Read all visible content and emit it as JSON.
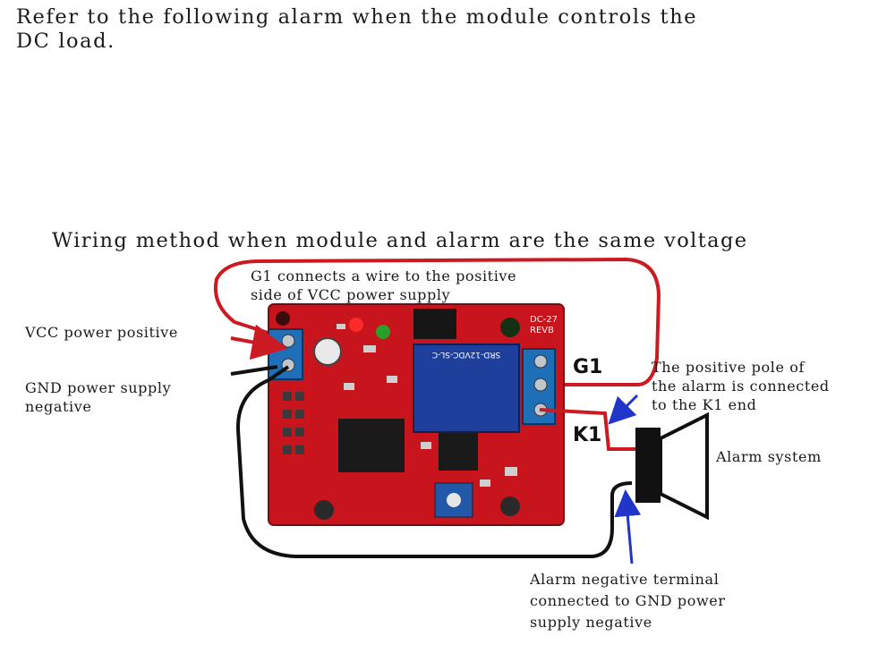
{
  "intro_text": "Refer to the following alarm when the module controls the\nDC load.",
  "heading": "Wiring method when module and alarm are the same voltage",
  "labels": {
    "g1_wire_note": "G1 connects a wire to the positive\nside of VCC power supply",
    "vcc_positive": "VCC power positive",
    "gnd_negative": "GND power supply\nnegative",
    "alarm_positive_note": "The positive pole of\nthe alarm is connected\nto the K1 end",
    "alarm_system": "Alarm system",
    "alarm_negative_note": "Alarm negative terminal\nconnected to GND power\nsupply negative"
  },
  "terminals": {
    "g1": "G1",
    "k1": "K1"
  },
  "board": {
    "marking": "DC-27\nREVB",
    "relay_marking": "SRD-12VDC-SL-C"
  },
  "colors": {
    "board": "#c8141c",
    "red_wire": "#cc1a22",
    "black_wire": "#111111",
    "arrow_blue": "#1f36c8",
    "relay_blue": "#1f3f9c",
    "terminal_blue": "#1e6fb8"
  }
}
